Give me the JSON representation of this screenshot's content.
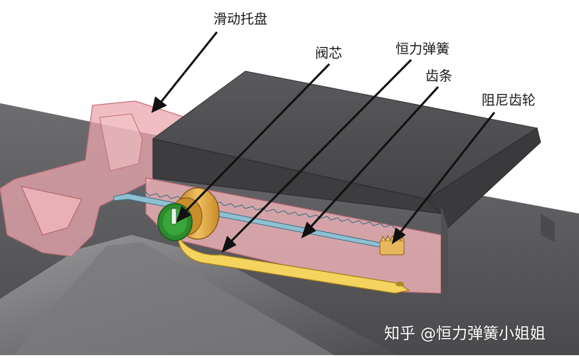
{
  "labels": {
    "sliding_tray": "滑动托盘",
    "valve_core": "阀芯",
    "constant_force_spring": "恒力弹簧",
    "rack": "齿条",
    "damper_gear": "阻尼齿轮"
  },
  "watermark": "知乎 @恒力弹簧小姐姐",
  "colors": {
    "housing_dark": "#5b5b5e",
    "housing_top": "#4e4e51",
    "tray_pink": "#e6a8ac",
    "spring_yellow": "#f2d060",
    "drum_gold": "#d9a23a",
    "core_green": "#2c8a2c",
    "rack_blue": "#7fb3c8"
  }
}
